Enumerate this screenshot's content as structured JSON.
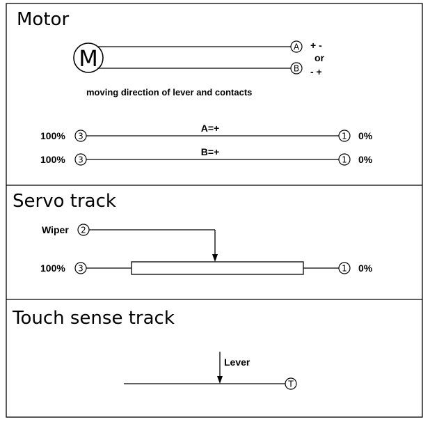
{
  "motor": {
    "title": "Motor",
    "motor_symbol": "M",
    "terminal_a": "A",
    "terminal_b": "B",
    "polarity_a": "+ -",
    "or_text": "or",
    "polarity_b": "- +",
    "caption": "moving direction of lever and contacts",
    "track_a": {
      "left": "100%",
      "left_pin": "3",
      "middle": "A=+",
      "right_pin": "1",
      "right": "0%"
    },
    "track_b": {
      "left": "100%",
      "left_pin": "3",
      "middle": "B=+",
      "right_pin": "1",
      "right": "0%"
    }
  },
  "servo": {
    "title": "Servo track",
    "wiper_label": "Wiper",
    "wiper_pin": "2",
    "left": "100%",
    "left_pin": "3",
    "right_pin": "1",
    "right": "0%"
  },
  "touch": {
    "title": "Touch sense track",
    "lever_label": "Lever",
    "terminal": "T"
  }
}
